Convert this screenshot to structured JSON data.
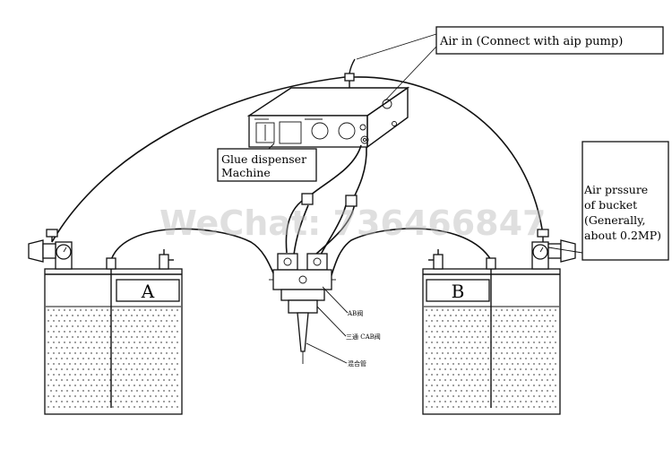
{
  "labels": {
    "air_in": "Air in (Connect with aip pump)",
    "machine_line1": "Glue dispenser",
    "machine_line2": "Machine",
    "pressure_line1": "Air prssure",
    "pressure_line2": "of bucket",
    "pressure_line3": "(Generally,",
    "pressure_line4": "about 0.2MP)",
    "bucket_a": "A",
    "bucket_b": "B",
    "valve_label": "AB阀",
    "connector_label": "三通 CAB阀",
    "nozzle_label": "混合管"
  },
  "watermark": "WeChat: 736466847",
  "colors": {
    "ink": "#111111",
    "watermark": "#b9b9b9",
    "background": "#ffffff"
  }
}
